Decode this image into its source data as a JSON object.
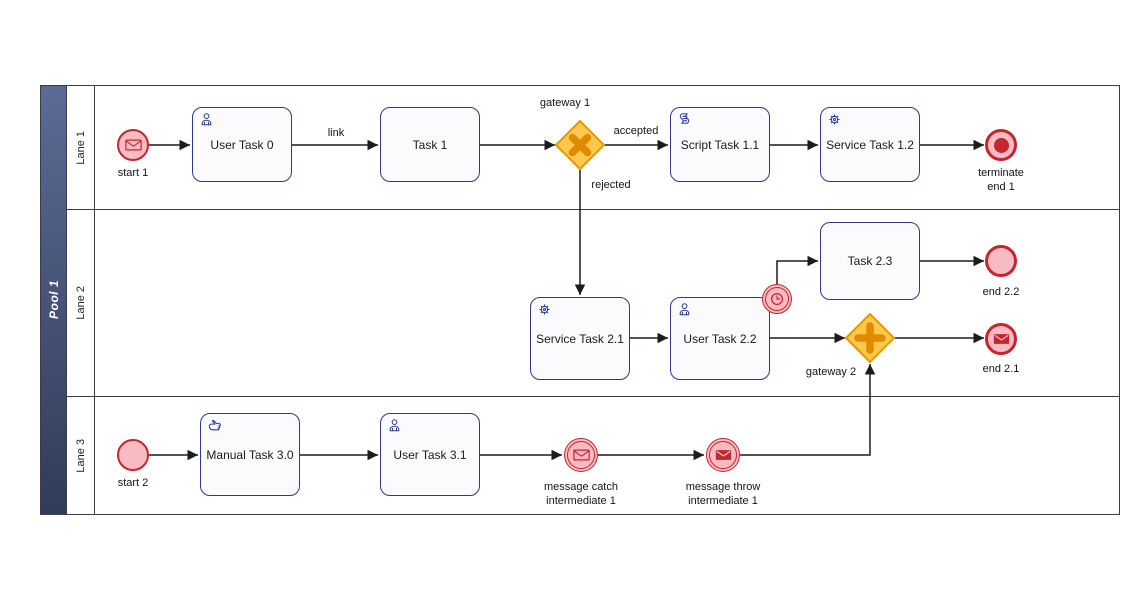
{
  "pool": {
    "label": "Pool 1"
  },
  "lanes": [
    {
      "label": "Lane 1"
    },
    {
      "label": "Lane 2"
    },
    {
      "label": "Lane 3"
    }
  ],
  "nodes": {
    "start_1": {
      "label": "start 1",
      "type": "message start event"
    },
    "user_task_0": {
      "label": "User Task 0",
      "type": "user task"
    },
    "task_1": {
      "label": "Task 1",
      "type": "task"
    },
    "gateway_1": {
      "label": "gateway 1",
      "type": "exclusive gateway"
    },
    "script_task_1_1": {
      "label": "Script Task 1.1",
      "type": "script task"
    },
    "service_task_1_2": {
      "label": "Service Task 1.2",
      "type": "service task"
    },
    "terminate_end_1": {
      "label": "terminate\nend 1",
      "type": "terminate end event"
    },
    "service_task_2_1": {
      "label": "Service Task 2.1",
      "type": "service task"
    },
    "user_task_2_2": {
      "label": "User Task 2.2",
      "type": "user task"
    },
    "timer_boundary": {
      "type": "timer boundary event"
    },
    "task_2_3": {
      "label": "Task 2.3",
      "type": "task"
    },
    "end_2_2": {
      "label": "end 2.2",
      "type": "end event"
    },
    "gateway_2": {
      "label": "gateway 2",
      "type": "parallel gateway"
    },
    "end_2_1": {
      "label": "end 2.1",
      "type": "message end event"
    },
    "start_2": {
      "label": "start 2",
      "type": "start event"
    },
    "manual_task_3_0": {
      "label": "Manual Task 3.0",
      "type": "manual task"
    },
    "user_task_3_1": {
      "label": "User Task 3.1",
      "type": "user task"
    },
    "message_catch_intermediate_1": {
      "label": "message catch\nintermediate 1",
      "type": "message catch intermediate event"
    },
    "message_throw_intermediate_1": {
      "label": "message throw\nintermediate 1",
      "type": "message throw intermediate event"
    }
  },
  "flow_labels": {
    "link": "link",
    "accepted": "accepted",
    "rejected": "rejected"
  },
  "icons": {
    "user_task": "person",
    "service_task": "gear",
    "script_task": "scroll",
    "manual_task": "hand",
    "message": "envelope",
    "timer": "clock",
    "exclusive_gateway": "x-marker",
    "parallel_gateway": "plus-marker"
  },
  "colors": {
    "task_border": "#2a3b8f",
    "task_fill": "#fbfbfe",
    "event_border": "#c4262e",
    "event_fill": "#f8bac3",
    "gw_border": "#e09a00",
    "gw_fill": "#fdc84b",
    "gw_marker": "#e08a00",
    "flow": "#1c1c1c",
    "pool_header_top": "#5c6b94",
    "pool_header_bottom": "#313c5a"
  }
}
